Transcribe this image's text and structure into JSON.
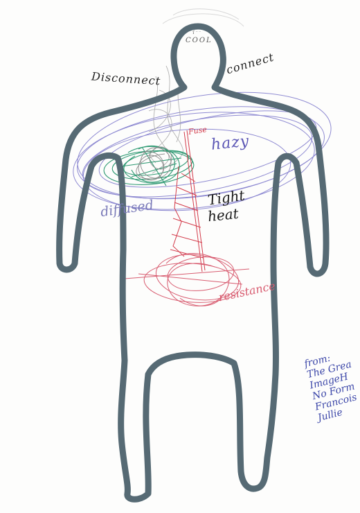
{
  "labels": {
    "disconnect": "Disconnect",
    "connect": "connect",
    "head_tiny": "ʕ ᵔ ᵔ",
    "head": "COOL",
    "fuse": "Fuse",
    "hazy": "hazy",
    "tight": "Tight",
    "heat": "heat",
    "diffused": "diffused",
    "resistance": "resistance"
  },
  "note": {
    "lines": [
      "from:",
      "The Grea",
      "ImageH",
      "No Form",
      "Francois",
      "Jullie"
    ]
  },
  "colors": {
    "outline": "#566a74",
    "scribble_green": "#2f9a73",
    "scribble_blue": "#5b56b5",
    "scribble_red": "#d33b4a",
    "scribble_grey": "#9a9a9a",
    "note_blue": "#3b46a8"
  }
}
